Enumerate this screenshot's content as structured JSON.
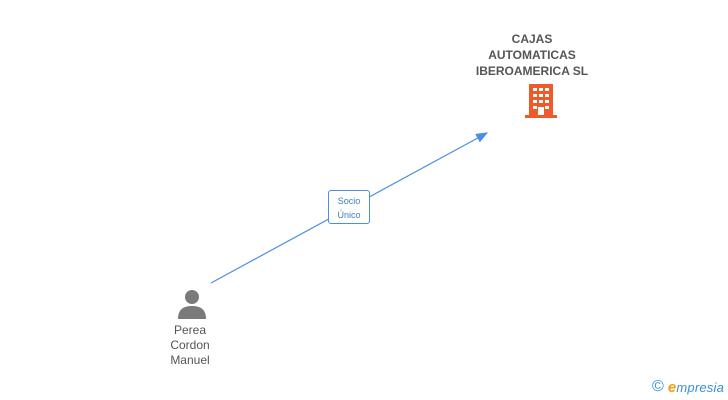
{
  "company": {
    "name_lines": [
      "CAJAS",
      "AUTOMATICAS",
      "IBEROAMERICA SL"
    ],
    "icon": "building-icon",
    "color": "#f05a28"
  },
  "relation": {
    "label_lines": [
      "Socio",
      "Único"
    ],
    "color": "#4a90e2"
  },
  "person": {
    "name_lines": [
      "Perea",
      "Cordon",
      "Manuel"
    ],
    "icon": "person-icon",
    "color": "#7a7a7a"
  },
  "watermark": {
    "symbol": "©",
    "brand_initial": "e",
    "brand_rest": "mpresia"
  }
}
